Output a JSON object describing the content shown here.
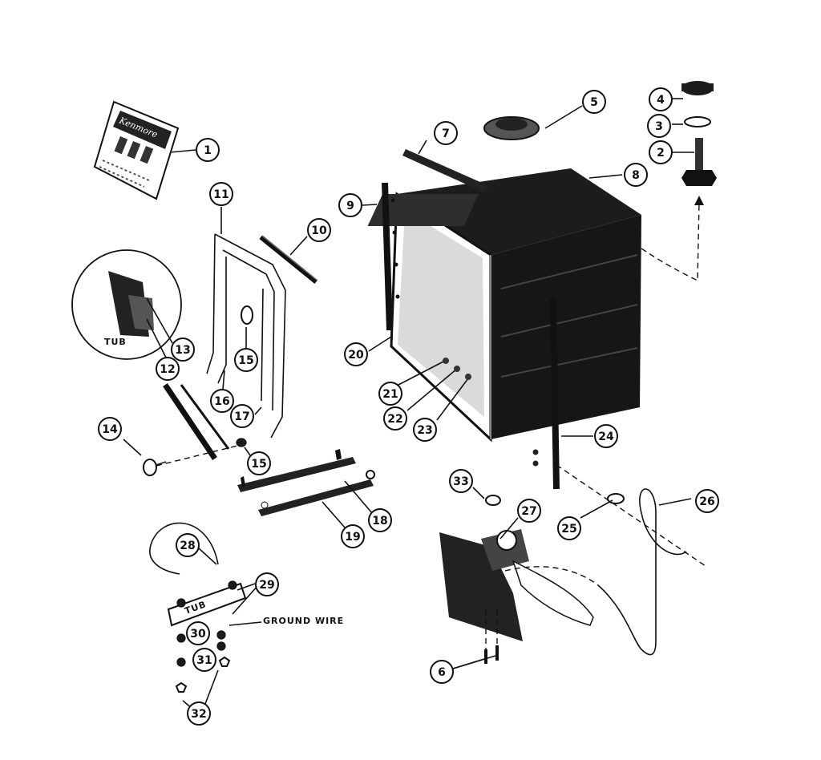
{
  "diagram": {
    "callouts": [
      {
        "id": "c1",
        "label": "1"
      },
      {
        "id": "c2",
        "label": "2"
      },
      {
        "id": "c3",
        "label": "3"
      },
      {
        "id": "c4",
        "label": "4"
      },
      {
        "id": "c5",
        "label": "5"
      },
      {
        "id": "c6",
        "label": "6"
      },
      {
        "id": "c7",
        "label": "7"
      },
      {
        "id": "c8",
        "label": "8"
      },
      {
        "id": "c9",
        "label": "9"
      },
      {
        "id": "c10",
        "label": "10"
      },
      {
        "id": "c11",
        "label": "11"
      },
      {
        "id": "c12",
        "label": "12"
      },
      {
        "id": "c13",
        "label": "13"
      },
      {
        "id": "c14",
        "label": "14"
      },
      {
        "id": "c15a",
        "label": "15"
      },
      {
        "id": "c15b",
        "label": "15"
      },
      {
        "id": "c16",
        "label": "16"
      },
      {
        "id": "c17",
        "label": "17"
      },
      {
        "id": "c18",
        "label": "18"
      },
      {
        "id": "c19",
        "label": "19"
      },
      {
        "id": "c20",
        "label": "20"
      },
      {
        "id": "c21",
        "label": "21"
      },
      {
        "id": "c22",
        "label": "22"
      },
      {
        "id": "c23",
        "label": "23"
      },
      {
        "id": "c24",
        "label": "24"
      },
      {
        "id": "c25",
        "label": "25"
      },
      {
        "id": "c26",
        "label": "26"
      },
      {
        "id": "c27",
        "label": "27"
      },
      {
        "id": "c28",
        "label": "28"
      },
      {
        "id": "c29",
        "label": "29"
      },
      {
        "id": "c30",
        "label": "30"
      },
      {
        "id": "c31",
        "label": "31"
      },
      {
        "id": "c32",
        "label": "32"
      },
      {
        "id": "c33",
        "label": "33"
      }
    ],
    "labels": {
      "tub_detail": "TUB",
      "tub_plate": "TUB",
      "ground_wire": "GROUND WIRE",
      "manual_cover": "Kenmore"
    }
  }
}
